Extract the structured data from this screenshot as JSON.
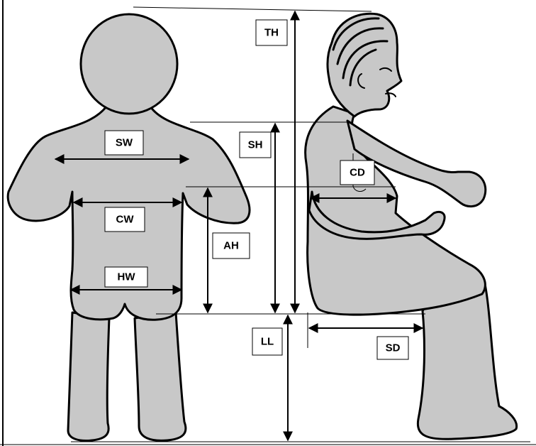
{
  "labels": {
    "th": "TH",
    "sh": "SH",
    "sw": "SW",
    "cw": "CW",
    "hw": "HW",
    "ah": "AH",
    "cd": "CD",
    "ll": "LL",
    "sd": "SD"
  },
  "colors": {
    "body": "#c8c8c8",
    "outline": "#000000",
    "background": "#ffffff"
  }
}
